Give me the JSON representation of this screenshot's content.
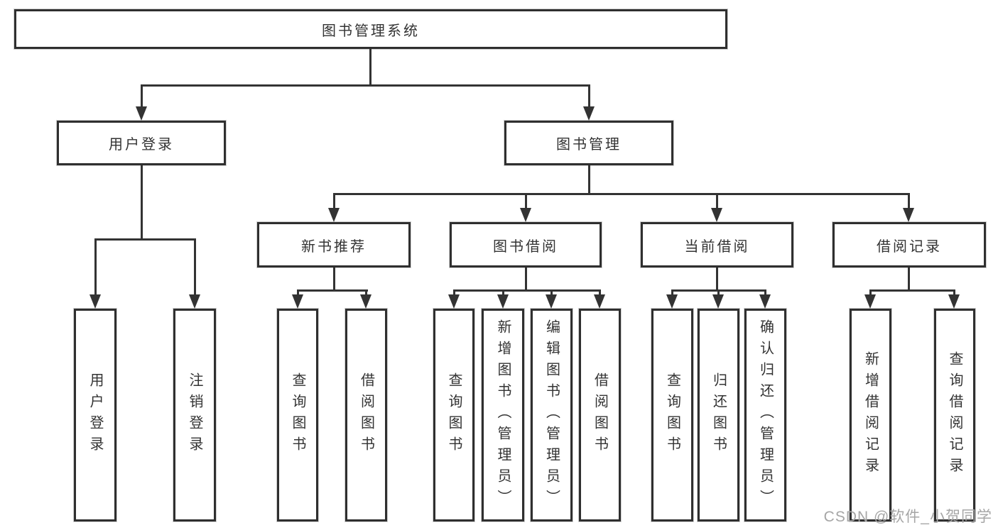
{
  "tree": {
    "root": "图书管理系统",
    "branches": [
      {
        "label": "用户登录",
        "children": [
          {
            "label": "用户登录"
          },
          {
            "label": "注销登录"
          }
        ]
      },
      {
        "label": "图书管理",
        "children": [
          {
            "label": "新书推荐",
            "children": [
              {
                "label": "查询图书"
              },
              {
                "label": "借阅图书"
              }
            ]
          },
          {
            "label": "图书借阅",
            "children": [
              {
                "label": "查询图书"
              },
              {
                "label": "新增图书（管理员）"
              },
              {
                "label": "编辑图书（管理员）"
              },
              {
                "label": "借阅图书"
              }
            ]
          },
          {
            "label": "当前借阅",
            "children": [
              {
                "label": "查询图书"
              },
              {
                "label": "归还图书"
              },
              {
                "label": "确认归还（管理员）"
              }
            ]
          },
          {
            "label": "借阅记录",
            "children": [
              {
                "label": "新增借阅记录"
              },
              {
                "label": "查询借阅记录"
              }
            ]
          }
        ]
      }
    ]
  },
  "watermark": "CSDN @软件_小贺同学",
  "colors": {
    "line": "#333333",
    "border": "#2f2f2f",
    "text": "#333333",
    "watermark": "#a6a6a6",
    "background": "#ffffff"
  }
}
